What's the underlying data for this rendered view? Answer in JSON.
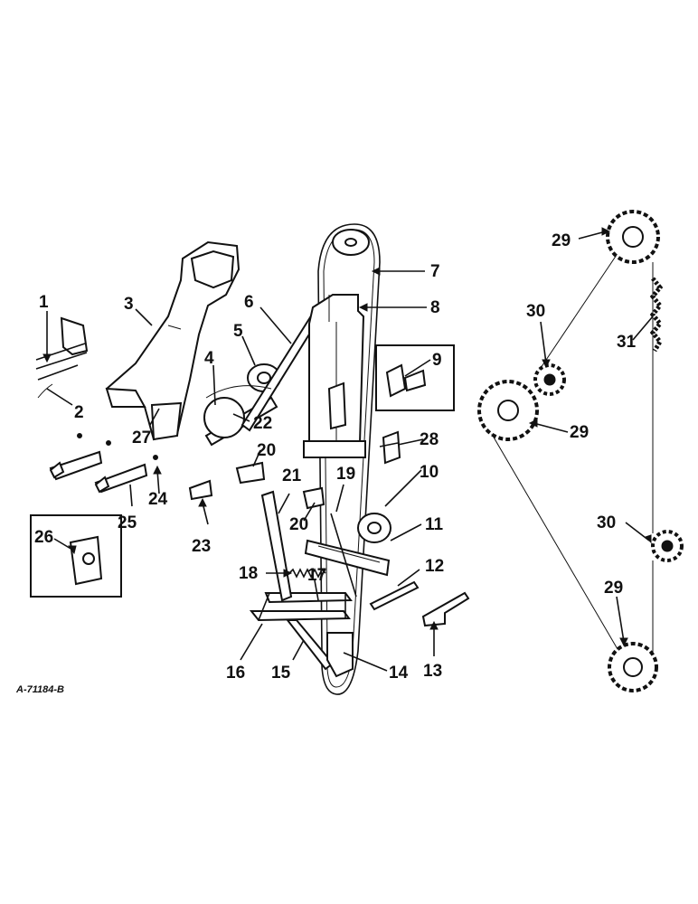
{
  "figure_code": "A-71184-B",
  "callouts": [
    {
      "id": "c1",
      "text": "1"
    },
    {
      "id": "c2",
      "text": "2"
    },
    {
      "id": "c3",
      "text": "3"
    },
    {
      "id": "c4",
      "text": "4"
    },
    {
      "id": "c5",
      "text": "5"
    },
    {
      "id": "c6",
      "text": "6"
    },
    {
      "id": "c7",
      "text": "7"
    },
    {
      "id": "c8",
      "text": "8"
    },
    {
      "id": "c9",
      "text": "9"
    },
    {
      "id": "c10",
      "text": "10"
    },
    {
      "id": "c11",
      "text": "11"
    },
    {
      "id": "c12",
      "text": "12"
    },
    {
      "id": "c13",
      "text": "13"
    },
    {
      "id": "c14",
      "text": "14"
    },
    {
      "id": "c15",
      "text": "15"
    },
    {
      "id": "c16",
      "text": "16"
    },
    {
      "id": "c17",
      "text": "17"
    },
    {
      "id": "c18",
      "text": "18"
    },
    {
      "id": "c19",
      "text": "19"
    },
    {
      "id": "c20a",
      "text": "20"
    },
    {
      "id": "c20b",
      "text": "20"
    },
    {
      "id": "c21",
      "text": "21"
    },
    {
      "id": "c22",
      "text": "22"
    },
    {
      "id": "c23",
      "text": "23"
    },
    {
      "id": "c24",
      "text": "24"
    },
    {
      "id": "c25",
      "text": "25"
    },
    {
      "id": "c26",
      "text": "26"
    },
    {
      "id": "c27",
      "text": "27"
    },
    {
      "id": "c28",
      "text": "28"
    },
    {
      "id": "c29a",
      "text": "29"
    },
    {
      "id": "c29b",
      "text": "29"
    },
    {
      "id": "c29c",
      "text": "29"
    },
    {
      "id": "c30a",
      "text": "30"
    },
    {
      "id": "c30b",
      "text": "30"
    },
    {
      "id": "c31",
      "text": "31"
    }
  ]
}
